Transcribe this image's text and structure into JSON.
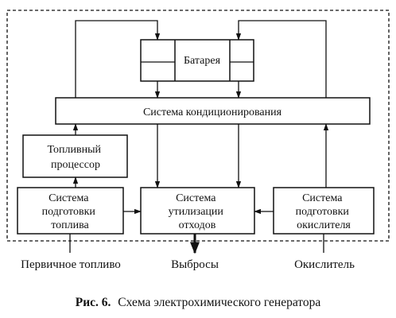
{
  "blocks": {
    "battery": "Батарея",
    "conditioning": "Система кондиционирования",
    "fuel_processor": [
      "Топливный",
      "процессор"
    ],
    "fuel_prep": [
      "Система",
      "подготовки",
      "топлива"
    ],
    "waste": [
      "Система",
      "утилизации",
      "отходов"
    ],
    "oxidizer_prep": [
      "Система",
      "подготовки",
      "окислителя"
    ]
  },
  "io": {
    "fuel_in": "Первичное топливо",
    "emissions": "Выбросы",
    "oxidizer_in": "Окислитель"
  },
  "caption": {
    "prefix": "Рис. 6.",
    "text": "Схема электрохимического генератора"
  }
}
